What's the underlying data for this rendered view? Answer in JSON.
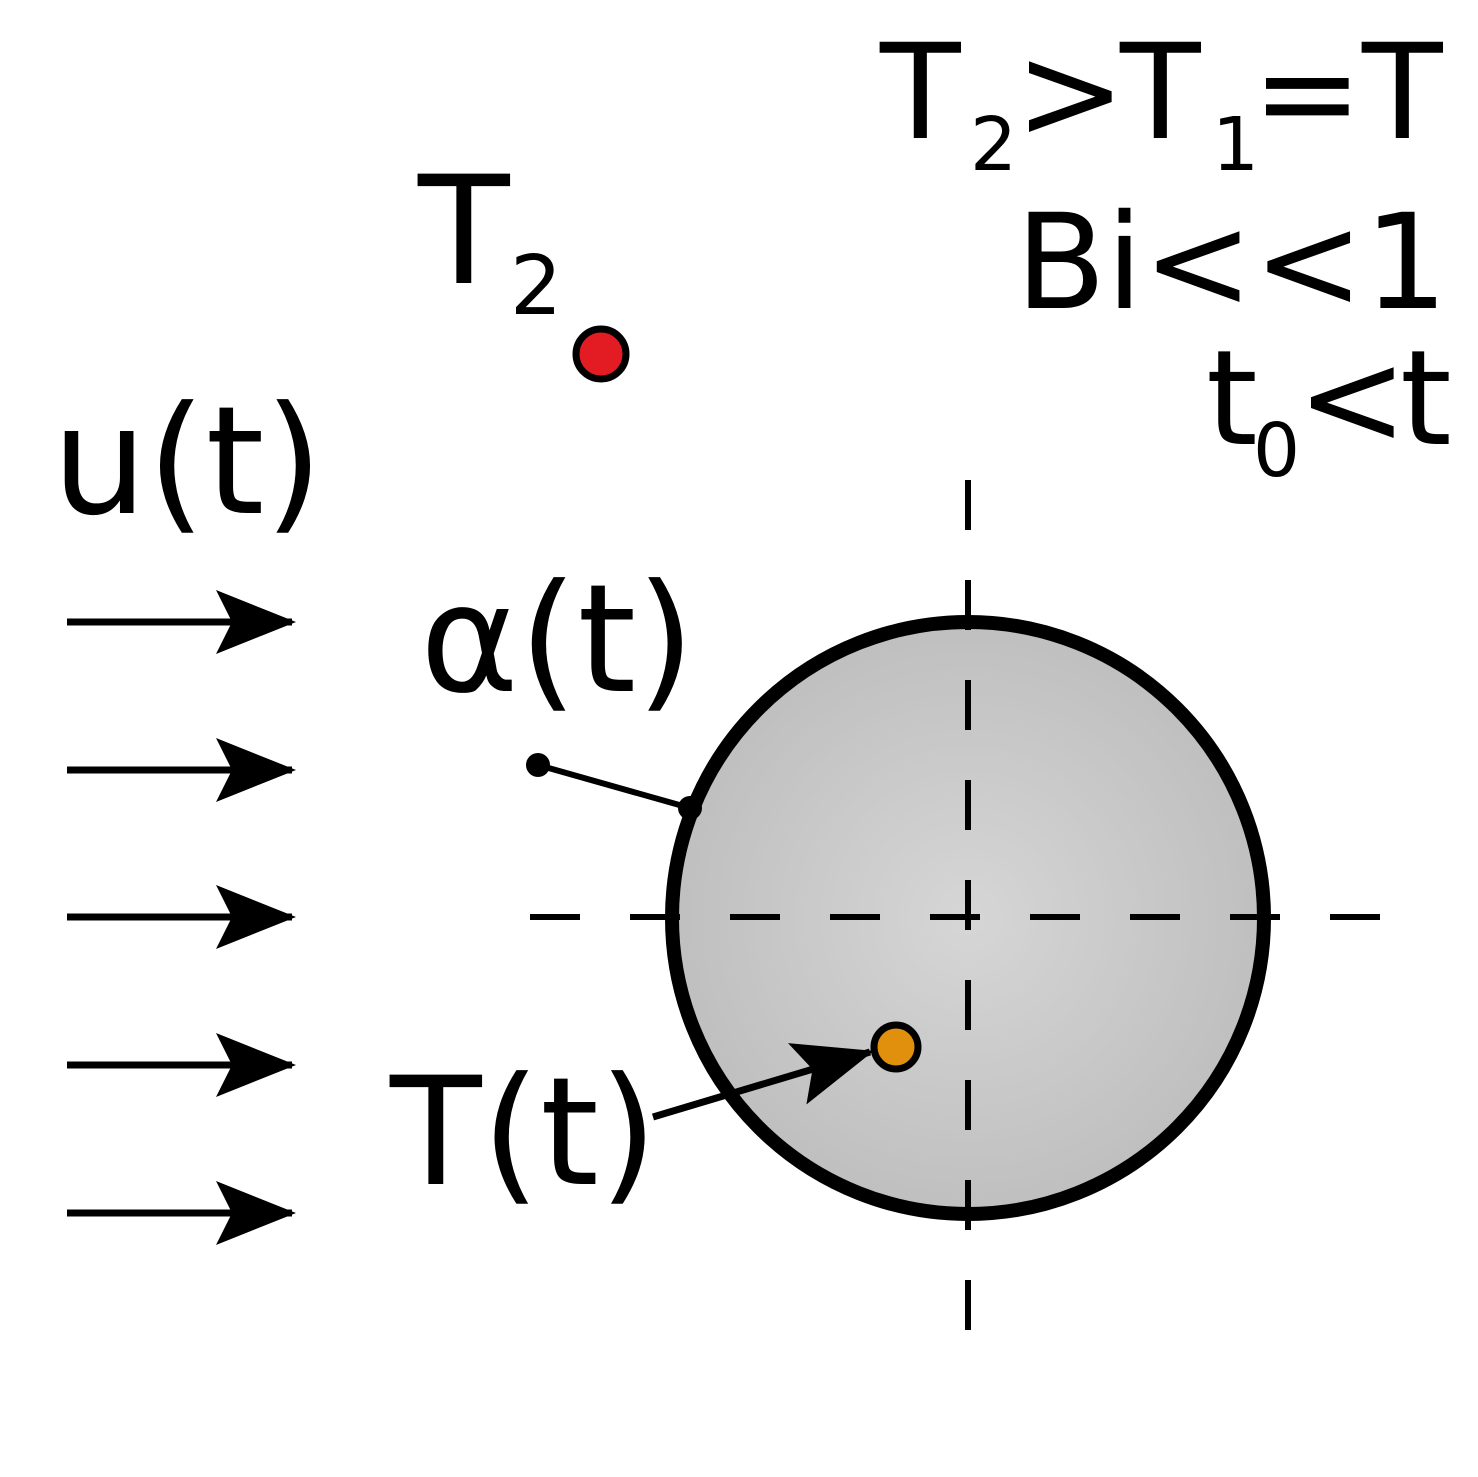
{
  "diagram": {
    "labels": {
      "flow_velocity": "u(t)",
      "heat_transfer_coefficient": "α(t)",
      "body_temperature": "T(t)",
      "ambient_temperature_symbol": "T",
      "ambient_temperature_subscript": "2"
    },
    "conditions": {
      "line1": {
        "t2_symbol": "T",
        "t2_subscript": "2",
        "gt": ">",
        "t1_symbol": "T",
        "t1_subscript": "1",
        "eq": "=",
        "rhs": "T"
      },
      "line2": {
        "text": "Bi<<1"
      },
      "line3": {
        "t0_symbol": "t",
        "t0_subscript": "0",
        "lt": "<",
        "rhs": "t"
      }
    },
    "colors": {
      "ambient_point": "#e31b23",
      "body_point": "#e0900c",
      "body_fill_center": "#d6d6d6",
      "body_fill_edge": "#bfbfbf",
      "stroke": "#000000"
    },
    "flow_arrow_count": 5
  }
}
